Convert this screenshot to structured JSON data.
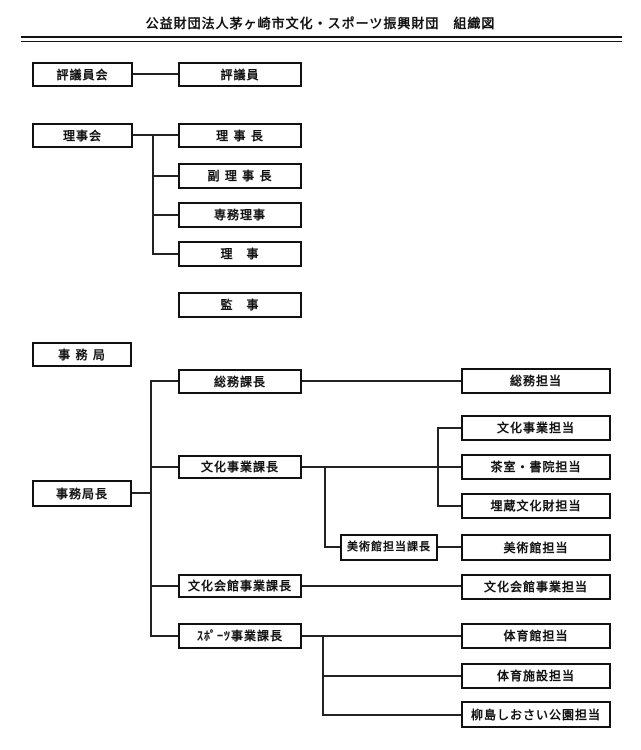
{
  "title": "公益財団法人茅ヶ崎市文化・スポーツ振興財団　組織図",
  "boxes": {
    "councilor_board": "評議員会",
    "councilor": "評議員",
    "board_of_directors": "理事会",
    "chairman": "理 事 長",
    "vice_chairman": "副 理 事 長",
    "executive_director": "専務理事",
    "director": "理　事",
    "auditor": "監　事",
    "secretariat": "事 務 局",
    "secretariat_director": "事務局長",
    "general_affairs_chief": "総務課長",
    "culture_business_chief": "文化事業課長",
    "museum_section_chief": "美術館担当課長",
    "culture_hall_chief": "文化会館事業課長",
    "sports_business_chief": "ｽﾎﾟｰﾂ事業課長",
    "general_affairs_staff": "総務担当",
    "culture_business_staff": "文化事業担当",
    "tearoom_shoin_staff": "茶室・書院担当",
    "buried_cultural_property_staff": "埋蔵文化財担当",
    "museum_staff": "美術館担当",
    "culture_hall_staff": "文化会館事業担当",
    "gymnasium_staff": "体育館担当",
    "sports_facility_staff": "体育施設担当",
    "yanagishima_shiosai_park_staff": "柳島しおさい公園担当"
  },
  "edges": [
    {
      "from": "councilor_board",
      "to": "councilor"
    },
    {
      "from": "board_of_directors",
      "to": "chairman"
    },
    {
      "from": "board_of_directors",
      "to": "vice_chairman"
    },
    {
      "from": "board_of_directors",
      "to": "executive_director"
    },
    {
      "from": "board_of_directors",
      "to": "director"
    },
    {
      "from": "secretariat_director",
      "to": "general_affairs_chief"
    },
    {
      "from": "secretariat_director",
      "to": "culture_business_chief"
    },
    {
      "from": "secretariat_director",
      "to": "culture_hall_chief"
    },
    {
      "from": "secretariat_director",
      "to": "sports_business_chief"
    },
    {
      "from": "general_affairs_chief",
      "to": "general_affairs_staff"
    },
    {
      "from": "culture_business_chief",
      "to": "culture_business_staff"
    },
    {
      "from": "culture_business_chief",
      "to": "tearoom_shoin_staff"
    },
    {
      "from": "culture_business_chief",
      "to": "buried_cultural_property_staff"
    },
    {
      "from": "culture_business_chief",
      "to": "museum_section_chief"
    },
    {
      "from": "museum_section_chief",
      "to": "museum_staff"
    },
    {
      "from": "culture_hall_chief",
      "to": "culture_hall_staff"
    },
    {
      "from": "sports_business_chief",
      "to": "gymnasium_staff"
    },
    {
      "from": "sports_business_chief",
      "to": "sports_facility_staff"
    },
    {
      "from": "sports_business_chief",
      "to": "yanagishima_shiosai_park_staff"
    }
  ]
}
